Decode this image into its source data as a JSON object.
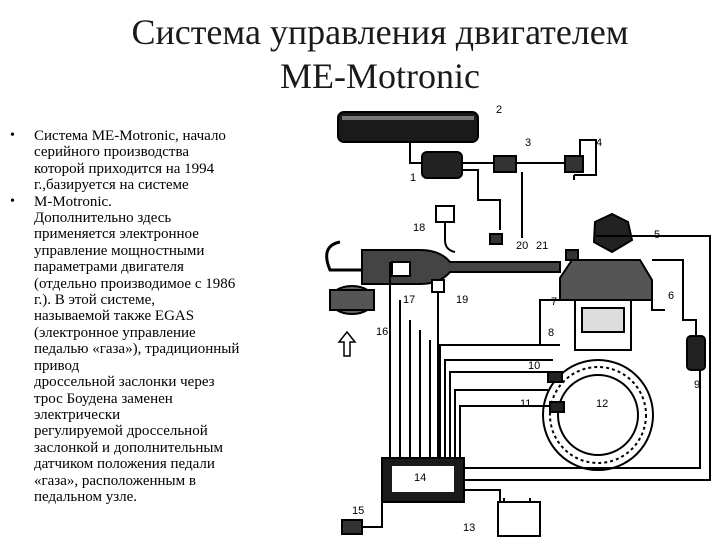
{
  "slide": {
    "title_line1": "Система управления двигателем",
    "title_line2": "ME-Motronic",
    "bullets": [
      "Система ME-Motronic, начало\nсерийного производства\nкоторой приходится на 1994\nг.,базируется на системе",
      "M-Motronic.\nДополнительно здесь\nприменяется электронное\nуправление мощностными\nпараметрами двигателя\n(отдельно производимое с 1986\nг.). В этой системе,\nназываемой также EGAS\n(электронное управление\nпедалью «газа»), традиционный\nпривод\nдроссельной заслонки через\nтрос Боудена заменен\nэлектрически\nрегулируемой дроссельной\nзаслонкой и дополнительным\nдатчиком положения педали\n«газа», расположенным в\nпедальном узле."
    ],
    "bullet_symbol": "•"
  },
  "diagram": {
    "labels": {
      "n1": "1",
      "n2": "2",
      "n3": "3",
      "n4": "4",
      "n5": "5",
      "n6": "6",
      "n7": "7",
      "n8": "8",
      "n9": "9",
      "n10": "10",
      "n11": "11",
      "n12": "12",
      "n13": "13",
      "n14": "14",
      "n15": "15",
      "n16": "16",
      "n17": "17",
      "n18": "18",
      "n19": "19",
      "n20": "20",
      "n21": "21"
    }
  }
}
